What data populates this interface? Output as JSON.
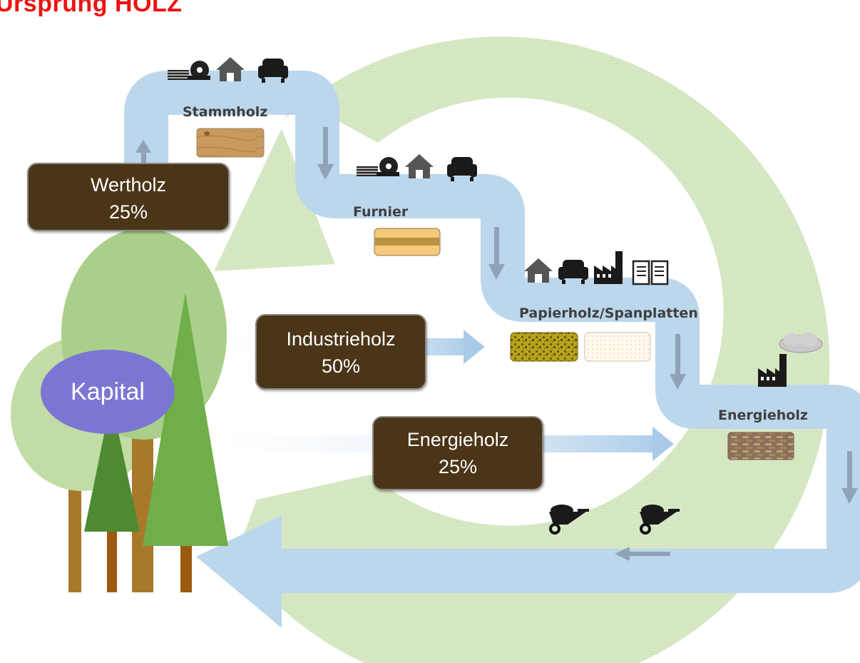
{
  "title": "Ursprung HOLZ",
  "center": {
    "label": "Kapital"
  },
  "assortments": [
    {
      "name": "Wertholz",
      "share": "25%"
    },
    {
      "name": "Industrieholz",
      "share": "50%"
    },
    {
      "name": "Energieholz",
      "share": "25%"
    }
  ],
  "cascade_stages": [
    {
      "label": "Stammholz",
      "uses": [
        "sawmill-icon",
        "house-icon",
        "armchair-icon"
      ]
    },
    {
      "label": "Furnier",
      "uses": [
        "sawmill-icon",
        "house-icon",
        "armchair-icon"
      ]
    },
    {
      "label": "Papierholz/Spanplatten",
      "uses": [
        "house-icon",
        "armchair-icon",
        "factory-icon",
        "book-icon"
      ]
    },
    {
      "label": "Energieholz",
      "uses": [
        "factory-icon",
        "smoke-cloud-icon"
      ]
    }
  ],
  "return_flow": {
    "icons": [
      "wheelbarrow-icon",
      "wheelbarrow-icon"
    ]
  },
  "colors": {
    "title": "#ee1111",
    "box_fill": "#4b3518",
    "cascade_band": "#bcd7ec",
    "recycle_ring": "#d6e7c2",
    "kapital": "#7b76d4",
    "tree_light": "#c2dca6",
    "tree_mid": "#7cb14a",
    "tree_dark": "#4e8a34",
    "trunk": "#a8792b"
  }
}
